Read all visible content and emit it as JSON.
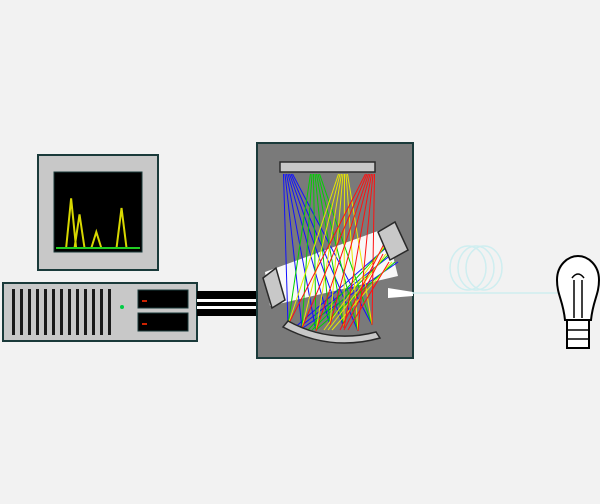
{
  "diagram": {
    "colors": {
      "background": "#f2f2f2",
      "device_gray": "#c8c8c8",
      "panel_gray": "#7a7a7a",
      "outline": "#1a3a3a",
      "screen": "#000000",
      "spectrum_trace": "#d8d800",
      "baseline": "#22cc22",
      "fiber": "#cfeef0",
      "led": "#00cc44",
      "led_red": "#cc2200"
    },
    "monitor": {
      "peaks": [
        {
          "x": 0.18,
          "height": 0.62
        },
        {
          "x": 0.28,
          "height": 0.42
        },
        {
          "x": 0.48,
          "height": 0.2
        },
        {
          "x": 0.78,
          "height": 0.5
        }
      ]
    },
    "spectrometer": {
      "dispersed_beams": [
        {
          "color": "#1010ff"
        },
        {
          "color": "#00d000"
        },
        {
          "color": "#e8e800"
        },
        {
          "color": "#ff1010"
        }
      ]
    },
    "computer": {
      "drive_bays": 2
    }
  }
}
